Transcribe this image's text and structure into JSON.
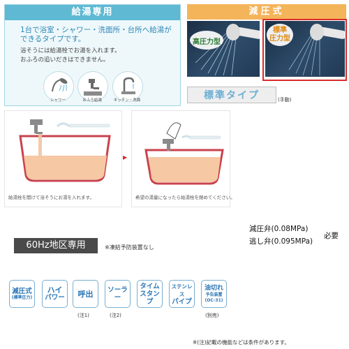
{
  "kyuto": {
    "title": "給湯専用",
    "desc1": "1台で浴室・シャワー・洗面所・台所へ給湯が",
    "desc2": "できるタイプです。",
    "note1": "浴そうには給湯栓でお湯を入れます。",
    "note2": "おふろの追いだきはできません。",
    "uses": [
      "シャワー",
      "おふろ給湯",
      "キッチン・洗面"
    ]
  },
  "genatsu": {
    "title": "減圧式",
    "type_high": "高圧力型",
    "type_std_1": "標準",
    "type_std_2": "圧力型",
    "std_type": "標準タイプ",
    "std_note": "(手動)"
  },
  "steps": [
    "給湯栓を開けて浴そうにお湯を入れます。",
    "希望の湯量になったら給湯栓を閉めてください。"
  ],
  "requirement": {
    "line1": "減圧弁(0.08MPa)",
    "line2": "逃し弁(0.095MPa)",
    "need": "必要"
  },
  "hz": {
    "label": "60Hz地区専用",
    "note": "※凍結予防装置なし"
  },
  "badges": [
    {
      "l1": "減圧式",
      "l2": "(標準圧力)"
    },
    {
      "l1": "ハイ",
      "l2": "パワー"
    },
    {
      "l1": "呼出",
      "l2": ""
    },
    {
      "l1": "ソーラー",
      "l2": ""
    },
    {
      "l1": "タイム",
      "l2": "スタンプ"
    },
    {
      "l1": "ステンレス",
      "l2": "パイプ"
    },
    {
      "l1": "油切れ",
      "l2": "予告装置",
      "l3": "(OC-31)"
    }
  ],
  "badge_notes": {
    "yobidashi": "(注1)",
    "solar": "(注2)",
    "oil": "(別売)"
  },
  "footer": "※(注)記載の機能などは条件があります。",
  "colors": {
    "kyuto_header": "#5fb9d3",
    "genatsu_header": "#f4b45a",
    "highlight_frame": "#d92b2b",
    "badge_text": "#2b76b5"
  }
}
